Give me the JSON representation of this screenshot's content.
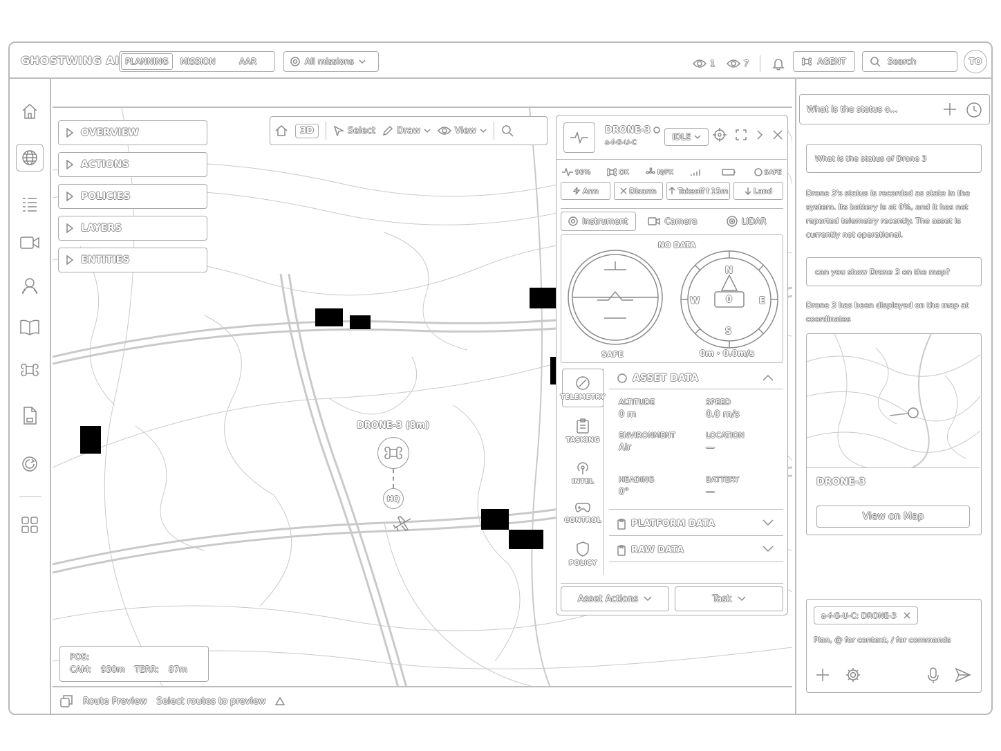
{
  "app": {
    "brand": "GHOSTWING AI",
    "modes": [
      "PLANNING",
      "MISSION",
      "AAR"
    ],
    "active_mode": 0,
    "missions_label": "All missions",
    "counter_a": "1",
    "counter_b": "7",
    "agent_label": "AGENT",
    "search_placeholder": "Search",
    "user_initials": "TO"
  },
  "accordion": [
    "OVERVIEW",
    "ACTIONS",
    "POLICIES",
    "LAYERS",
    "ENTITIES"
  ],
  "map_tools": {
    "mode_3d": "3D",
    "select": "Select",
    "draw": "Draw",
    "view": "View"
  },
  "marker": {
    "label": "DRONE-3 (8m)",
    "hq": "HQ"
  },
  "position": {
    "pos_label": "POS:",
    "cam_label": "CAM:",
    "cam_value": "930m",
    "terr_label": "TERR:",
    "terr_value": "87m"
  },
  "route_bar": {
    "title": "Route Preview",
    "hint": "Select routes to preview"
  },
  "drone": {
    "name": "DRONE-3",
    "id": "a-f-G-U-C",
    "state": "IDLE",
    "status": {
      "signal": "90%",
      "motors": "OK",
      "fan": "N/FK",
      "safe": "SAFE"
    },
    "commands": {
      "arm": "Arm",
      "disarm": "Disarm",
      "takeoff": "Takeoff↑15m",
      "land": "Land"
    },
    "view_tabs": [
      "Instrument",
      "Camera",
      "LIDAR"
    ],
    "instrument": {
      "no_data": "NO DATA",
      "safe": "SAFE",
      "speed_readout": "0m · 0.0m/s",
      "heading_value": "0",
      "compass": {
        "n": "N",
        "e": "E",
        "s": "S",
        "w": "W"
      }
    },
    "side_tabs": [
      "TELEMETRY",
      "TASKING",
      "INTEL",
      "CONTROL",
      "POLICY"
    ],
    "asset_data": {
      "title": "ASSET DATA",
      "altitude_label": "ALTITUDE",
      "altitude_value": "0 m",
      "speed_label": "SPEED",
      "speed_value": "0.0 m/s",
      "environment_label": "ENVIRONMENT",
      "environment_value": "Air",
      "location_label": "LOCATION",
      "location_value": "—",
      "heading_label": "HEADING",
      "heading_value": "0°",
      "battery_label": "BATTERY",
      "battery_value": "—"
    },
    "platform_data": "PLATFORM DATA",
    "raw_data": "RAW DATA",
    "footer": {
      "asset_actions": "Asset Actions",
      "task": "Task"
    }
  },
  "agent_panel": {
    "thread_title": "What is the status o...",
    "q1": "What is the status of Drone 3",
    "a1": "Drone 3's status is recorded as state in the system. Its battery is at 0%, and it has not reported telemetry recently. The asset is currently not operational.",
    "q2": "can you show Drone 3 on the map?",
    "a2": "Drone 3 has been displayed on the map at coordinates",
    "map_card_title": "DRONE-3",
    "map_card_button": "View on Map",
    "chip": "a-f-G-U-C: DRONE-3",
    "composer_placeholder": "Plan, @ for context, / for commands"
  }
}
